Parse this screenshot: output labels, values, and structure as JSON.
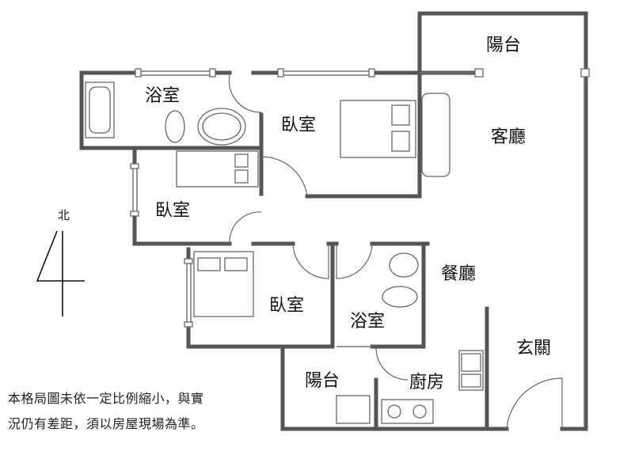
{
  "rooms": {
    "balcony_top": "陽台",
    "bathroom_master": "浴室",
    "bedroom_master": "臥室",
    "living_room": "客廳",
    "bedroom_2": "臥室",
    "dining_room": "餐廳",
    "bedroom_3": "臥室",
    "bathroom_2": "浴室",
    "entrance": "玄關",
    "balcony_bottom": "陽台",
    "kitchen": "廚房"
  },
  "compass": {
    "label": "北",
    "glyph": "4"
  },
  "disclaimer": {
    "line1": "本格局圖未依一定比例縮小，與實",
    "line2": "況仍有差距，須以房屋現場為準。"
  }
}
